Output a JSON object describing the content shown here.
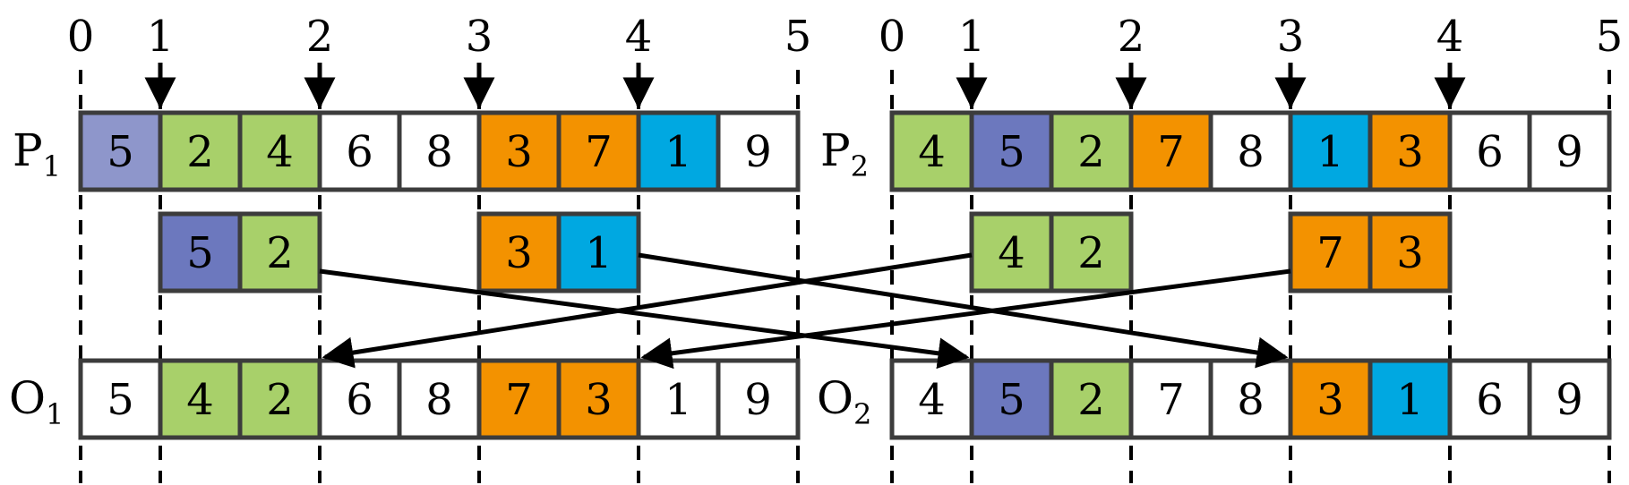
{
  "colors": {
    "purple": "#8E96CB",
    "purple_dark": "#6C78BE",
    "green": "#A8D06A",
    "orange": "#F39200",
    "blue": "#00A8E1",
    "white": "#FFFFFF",
    "border": "#3C3C3C"
  },
  "tick_labels": [
    "0",
    "1",
    "2",
    "3",
    "4",
    "5"
  ],
  "arrow_ticks": [
    "1",
    "2",
    "3",
    "4"
  ],
  "rows": {
    "P1": {
      "label_main": "P",
      "label_sub": "1",
      "cells": [
        {
          "v": "5",
          "c": "purple"
        },
        {
          "v": "2",
          "c": "green"
        },
        {
          "v": "4",
          "c": "green"
        },
        {
          "v": "6",
          "c": "white"
        },
        {
          "v": "8",
          "c": "white"
        },
        {
          "v": "3",
          "c": "orange"
        },
        {
          "v": "7",
          "c": "orange"
        },
        {
          "v": "1",
          "c": "blue"
        },
        {
          "v": "9",
          "c": "white"
        }
      ]
    },
    "P2": {
      "label_main": "P",
      "label_sub": "2",
      "cells": [
        {
          "v": "4",
          "c": "green"
        },
        {
          "v": "5",
          "c": "purple_dark"
        },
        {
          "v": "2",
          "c": "green"
        },
        {
          "v": "7",
          "c": "orange"
        },
        {
          "v": "8",
          "c": "white"
        },
        {
          "v": "1",
          "c": "blue"
        },
        {
          "v": "3",
          "c": "orange"
        },
        {
          "v": "6",
          "c": "white"
        },
        {
          "v": "9",
          "c": "white"
        }
      ]
    },
    "O1": {
      "label_main": "O",
      "label_sub": "1",
      "cells": [
        {
          "v": "5",
          "c": "white"
        },
        {
          "v": "4",
          "c": "green"
        },
        {
          "v": "2",
          "c": "green"
        },
        {
          "v": "6",
          "c": "white"
        },
        {
          "v": "8",
          "c": "white"
        },
        {
          "v": "7",
          "c": "orange"
        },
        {
          "v": "3",
          "c": "orange"
        },
        {
          "v": "1",
          "c": "white"
        },
        {
          "v": "9",
          "c": "white"
        }
      ]
    },
    "O2": {
      "label_main": "O",
      "label_sub": "2",
      "cells": [
        {
          "v": "4",
          "c": "white"
        },
        {
          "v": "5",
          "c": "purple_dark"
        },
        {
          "v": "2",
          "c": "green"
        },
        {
          "v": "7",
          "c": "white"
        },
        {
          "v": "8",
          "c": "white"
        },
        {
          "v": "3",
          "c": "orange"
        },
        {
          "v": "1",
          "c": "blue"
        },
        {
          "v": "6",
          "c": "white"
        },
        {
          "v": "9",
          "c": "white"
        }
      ]
    }
  },
  "segments": {
    "P1_seg1": [
      {
        "v": "5",
        "c": "purple_dark"
      },
      {
        "v": "2",
        "c": "green"
      }
    ],
    "P1_seg2": [
      {
        "v": "3",
        "c": "orange"
      },
      {
        "v": "1",
        "c": "blue"
      }
    ],
    "P2_seg1": [
      {
        "v": "4",
        "c": "green"
      },
      {
        "v": "2",
        "c": "green"
      }
    ],
    "P2_seg2": [
      {
        "v": "7",
        "c": "orange"
      },
      {
        "v": "3",
        "c": "orange"
      }
    ]
  }
}
